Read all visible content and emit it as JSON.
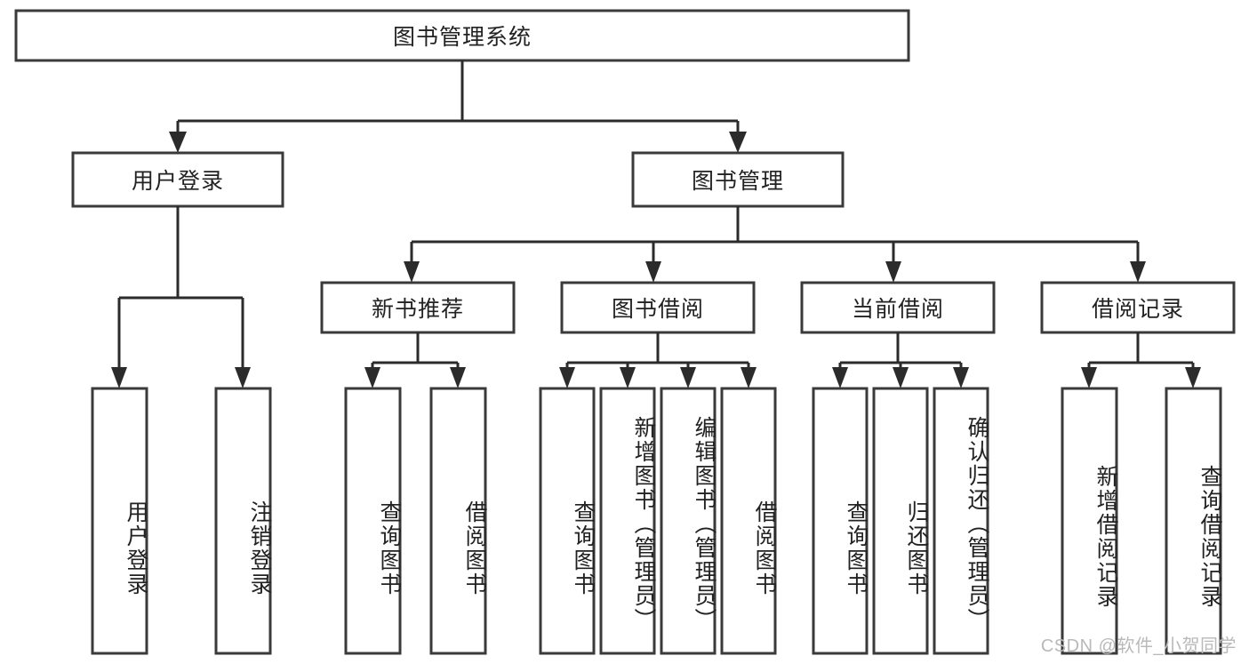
{
  "diagram": {
    "type": "hierarchy-tree",
    "root": {
      "id": "root",
      "label": "图书管理系统"
    },
    "level2": [
      {
        "id": "user-login",
        "label": "用户登录"
      },
      {
        "id": "book-management",
        "label": "图书管理"
      }
    ],
    "level3": [
      {
        "id": "new-book-recommend",
        "label": "新书推荐",
        "parent": "book-management"
      },
      {
        "id": "book-borrow",
        "label": "图书借阅",
        "parent": "book-management"
      },
      {
        "id": "current-borrow",
        "label": "当前借阅",
        "parent": "book-management"
      },
      {
        "id": "borrow-record",
        "label": "借阅记录",
        "parent": "book-management"
      }
    ],
    "leaves": [
      {
        "id": "leaf-user-login",
        "label": "用户登录",
        "parent": "user-login"
      },
      {
        "id": "leaf-logout-login",
        "label": "注销登录",
        "parent": "user-login"
      },
      {
        "id": "leaf-query-book-1",
        "label": "查询图书",
        "parent": "new-book-recommend"
      },
      {
        "id": "leaf-borrow-book-1",
        "label": "借阅图书",
        "parent": "new-book-recommend"
      },
      {
        "id": "leaf-query-book-2",
        "label": "查询图书",
        "parent": "book-borrow"
      },
      {
        "id": "leaf-add-book",
        "label": "新增图书（管理员）",
        "parent": "book-borrow"
      },
      {
        "id": "leaf-edit-book",
        "label": "编辑图书（管理员）",
        "parent": "book-borrow"
      },
      {
        "id": "leaf-borrow-book-2",
        "label": "借阅图书",
        "parent": "book-borrow"
      },
      {
        "id": "leaf-query-book-3",
        "label": "查询图书",
        "parent": "current-borrow"
      },
      {
        "id": "leaf-return-book",
        "label": "归还图书",
        "parent": "current-borrow"
      },
      {
        "id": "leaf-confirm-return",
        "label": "确认归还（管理员）",
        "parent": "current-borrow"
      },
      {
        "id": "leaf-add-record",
        "label": "新增借阅记录",
        "parent": "borrow-record"
      },
      {
        "id": "leaf-query-record",
        "label": "查询借阅记录",
        "parent": "borrow-record"
      }
    ],
    "colors": {
      "box_stroke": "#3a3a3a",
      "connector": "#2b2b2b",
      "background": "#ffffff",
      "text": "#222222",
      "watermark": "#b9b9b9"
    }
  },
  "watermark": {
    "text": "CSDN @软件_小贺同学"
  }
}
